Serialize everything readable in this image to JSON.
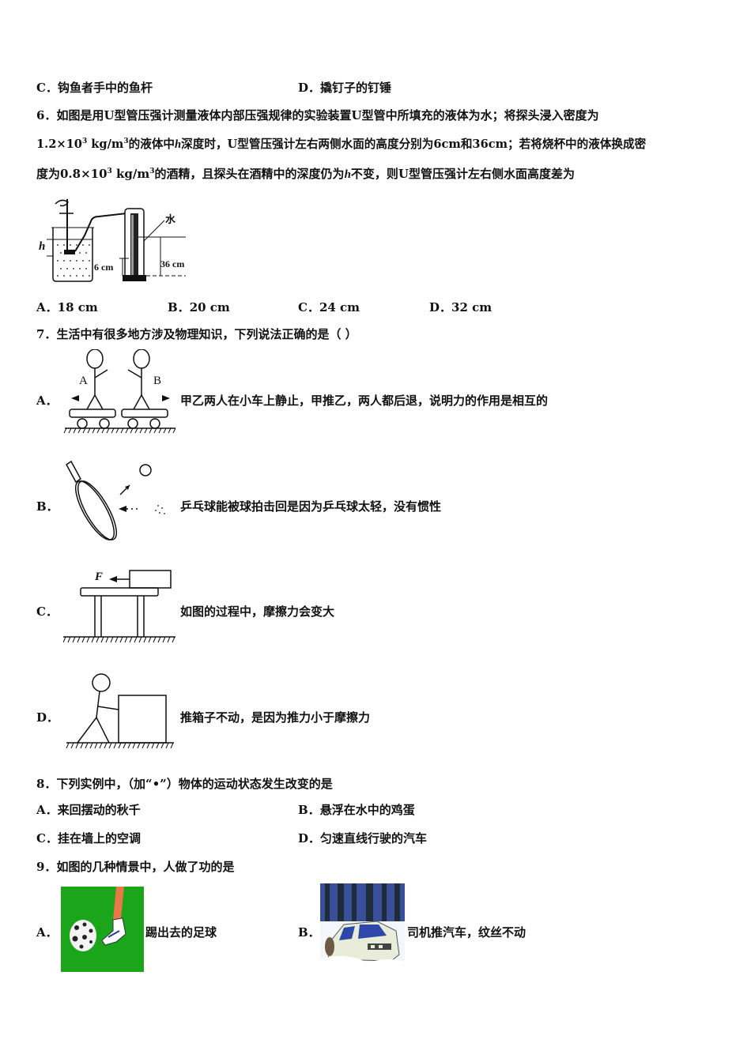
{
  "q5": {
    "options": [
      {
        "label": "C．",
        "text": "钩鱼者手中的鱼杆"
      },
      {
        "label": "D．",
        "text": "撬钉子的钉锤"
      }
    ]
  },
  "q6": {
    "number": "6．",
    "line1": "如图是用U型管压强计测量液体内部压强规律的实验装置U型管中所填充的液体为水；将探头浸入密度为",
    "line2_a": "1.2×10",
    "line2_sup1": "3",
    "line2_b": " kg/m",
    "line2_sup2": "3",
    "line2_c": "的液体中",
    "line2_var": "h",
    "line2_d": "深度时，U型管压强计左右两侧水面的高度分别为6cm和36cm；若将烧杯中的液体换成密",
    "line3_a": "度为0.8×10",
    "line3_sup1": "3",
    "line3_b": " kg/m",
    "line3_sup2": "3",
    "line3_c": "的酒精，且探头在酒精中的深度仍为",
    "line3_var": "h",
    "line3_d": "不变，则U型管压强计左右侧水面高度差为",
    "figure": {
      "label_h": "h",
      "label_water": "水",
      "label_6cm": "6 cm",
      "label_36cm": "36 cm"
    },
    "options": [
      {
        "label": "A．",
        "text": "18 cm"
      },
      {
        "label": "B．",
        "text": "20 cm"
      },
      {
        "label": "C．",
        "text": "24 cm"
      },
      {
        "label": "D．",
        "text": "32 cm"
      }
    ]
  },
  "q7": {
    "number": "7．",
    "stem": "生活中有很多地方涉及物理知识，下列说法正确的是（  ）",
    "options": [
      {
        "label": "A．",
        "text": "甲乙两人在小车上静止，甲推乙，两人都后退，说明力的作用是相互的",
        "fig_labels": [
          "A",
          "B"
        ]
      },
      {
        "label": "B．",
        "text": "乒乓球能被球拍击回是因为乒乓球太轻，没有惯性"
      },
      {
        "label": "C．",
        "text": "如图的过程中，摩擦力会变大",
        "fig_labels": [
          "F"
        ]
      },
      {
        "label": "D．",
        "text": "推箱子不动，是因为推力小于摩擦力"
      }
    ]
  },
  "q8": {
    "number": "8．",
    "stem": "下列实例中，（加“•”）物体的运动状态发生改变的是",
    "options": [
      {
        "label": "A．",
        "text": "来回摆动的秋千"
      },
      {
        "label": "B．",
        "text": "悬浮在水中的鸡蛋"
      },
      {
        "label": "C．",
        "text": "挂在墙上的空调"
      },
      {
        "label": "D．",
        "text": "匀速直线行驶的汽车"
      }
    ]
  },
  "q9": {
    "number": "9．",
    "stem": "如图的几种情景中，人做了功的是",
    "options": [
      {
        "label": "A．",
        "text": "踢出去的足球"
      },
      {
        "label": "B．",
        "text": "司机推汽车，纹丝不动"
      }
    ]
  },
  "colors": {
    "text": "#111111",
    "grass_green": "#1aa51a",
    "snow_sky": "#3a4f9a"
  }
}
